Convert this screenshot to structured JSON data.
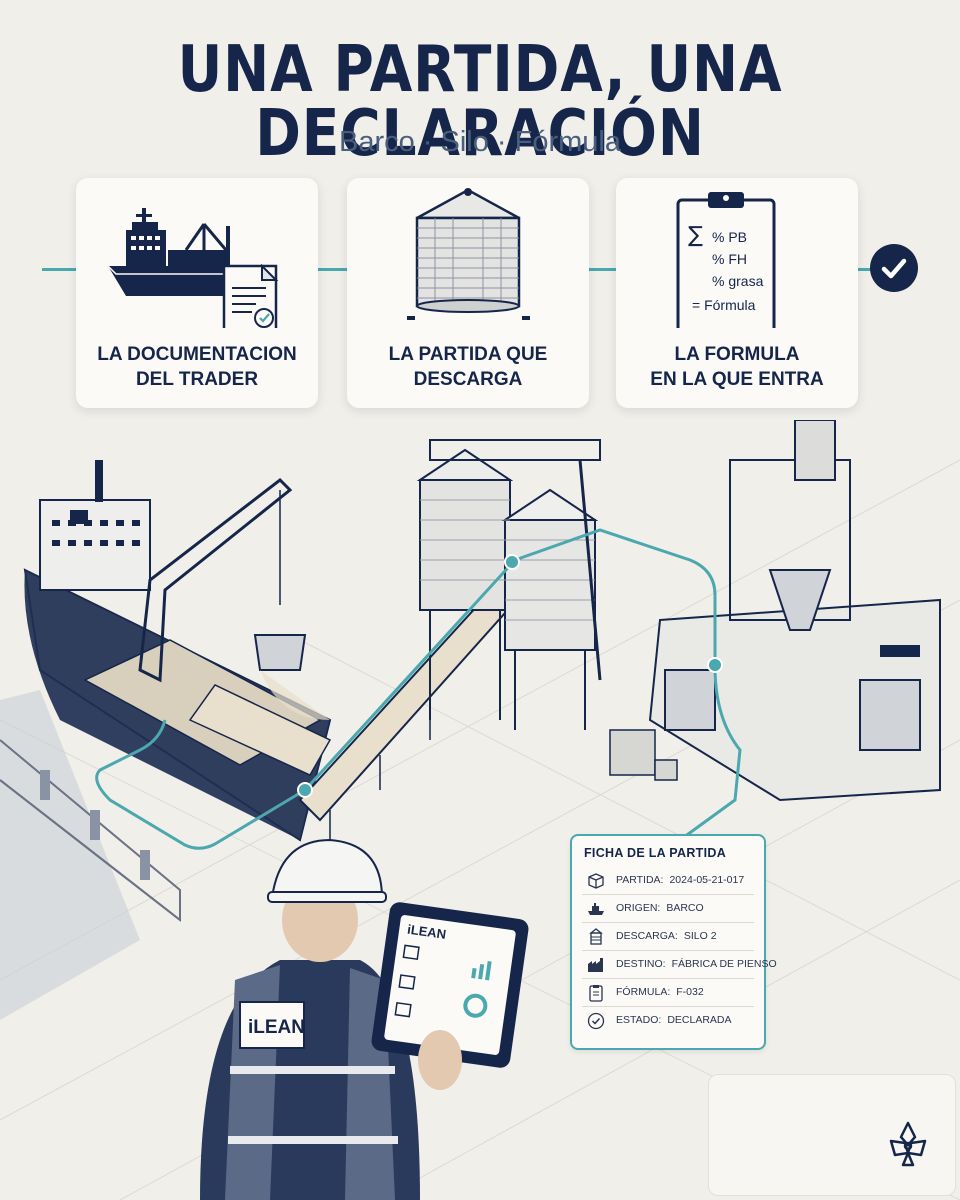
{
  "header": {
    "title": "UNA PARTIDA, UNA DECLARACIÓN",
    "subtitle": "Barco · Silo · Fórmula"
  },
  "steps": [
    {
      "caption_line1": "LA DOCUMENTACION",
      "caption_line2": "DEL TRADER",
      "icon": "ship-document-icon"
    },
    {
      "caption_line1": "LA PARTIDA QUE",
      "caption_line2": "DESCARGA",
      "icon": "silo-icon"
    },
    {
      "caption_line1": "LA FORMULA",
      "caption_line2": "EN LA QUE ENTRA",
      "icon": "clipboard-formula-icon"
    }
  ],
  "clipboard": {
    "sigma": "∑",
    "line1": "% PB",
    "line2": "% FH",
    "line3": "% grasa",
    "line4": "= Fórmula"
  },
  "worker": {
    "vest_label": "iLEAN",
    "tablet_brand": "iLEAN"
  },
  "ficha": {
    "title": "FICHA DE LA PARTIDA",
    "rows": [
      {
        "label": "PARTIDA:",
        "value": "2024-05-21-017",
        "icon": "box-icon"
      },
      {
        "label": "ORIGEN:",
        "value": "BARCO",
        "icon": "ship-icon"
      },
      {
        "label": "DESCARGA:",
        "value": "SILO 2",
        "icon": "silo-icon"
      },
      {
        "label": "DESTINO:",
        "value": "FÁBRICA DE PIENSO",
        "icon": "factory-icon"
      },
      {
        "label": "FÓRMULA:",
        "value": "F-032",
        "icon": "clipboard-icon"
      },
      {
        "label": "ESTADO:",
        "value": "DECLARADA",
        "icon": "check-circle-icon"
      }
    ]
  },
  "colors": {
    "navy": "#15264a",
    "teal": "#4aa8ae",
    "background": "#f1efea"
  }
}
